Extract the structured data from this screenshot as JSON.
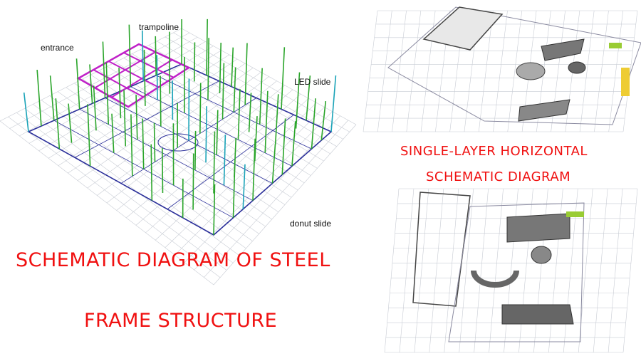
{
  "left_diagram": {
    "labels": {
      "entrance": "entrance",
      "trampoline": "trampoline",
      "led_slide": "LED slide",
      "donut_slide": "donut slide"
    },
    "caption_line1": "SCHEMATIC DIAGRAM OF STEEL",
    "caption_line2": "FRAME STRUCTURE"
  },
  "right_diagram": {
    "caption_line1": "SINGLE-LAYER HORIZONTAL",
    "caption_line2": "SCHEMATIC DIAGRAM"
  },
  "colors": {
    "caption": "#f01010",
    "pole": "#2aa52a",
    "frame": "#2b2f9a",
    "trampoline": "#c020c8",
    "grid": "#c8ccd4",
    "structure": "#6b6b6b"
  }
}
